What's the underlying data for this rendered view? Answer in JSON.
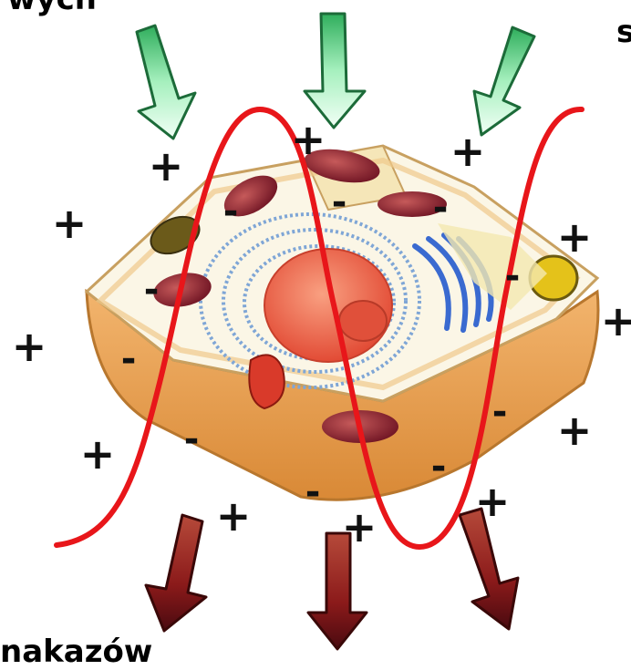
{
  "header": {
    "top_left_fragment": "wych",
    "top_right_fragment": "s"
  },
  "footer": {
    "bottom_left_fragment": "nakazów"
  },
  "symbols": {
    "positive": "+",
    "negative": "-"
  },
  "colors": {
    "wave": "#e8161a",
    "arrow_in": "#7ed99a",
    "arrow_out": "#8b1a1a",
    "cell_wall": "#e9a35a",
    "nucleus": "#f0644a",
    "golgi": "#3a6ad0"
  },
  "icons": {
    "incoming": "green-down-arrow-icon",
    "outgoing": "dark-red-down-arrow-icon"
  }
}
